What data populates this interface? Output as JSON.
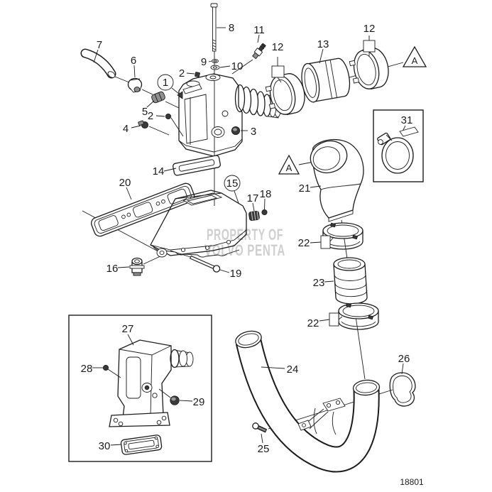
{
  "figure": {
    "drawing_number": "18801"
  },
  "watermark": {
    "line1": "PROPERTY OF",
    "line2": "VOLVO PENTA"
  },
  "reference": {
    "view_marker": "A"
  },
  "callouts": {
    "c1": "1",
    "c2": "2",
    "c3": "3",
    "c4": "4",
    "c5": "5",
    "c6": "6",
    "c7": "7",
    "c8": "8",
    "c9": "9",
    "c10": "10",
    "c11": "11",
    "c12": "12",
    "c13": "13",
    "c14": "14",
    "c15": "15",
    "c16": "16",
    "c17": "17",
    "c18": "18",
    "c19": "19",
    "c20": "20",
    "c21": "21",
    "c22": "22",
    "c23": "23",
    "c24": "24",
    "c25": "25",
    "c26": "26",
    "c27": "27",
    "c28": "28",
    "c29": "29",
    "c30": "30",
    "c31": "31"
  }
}
